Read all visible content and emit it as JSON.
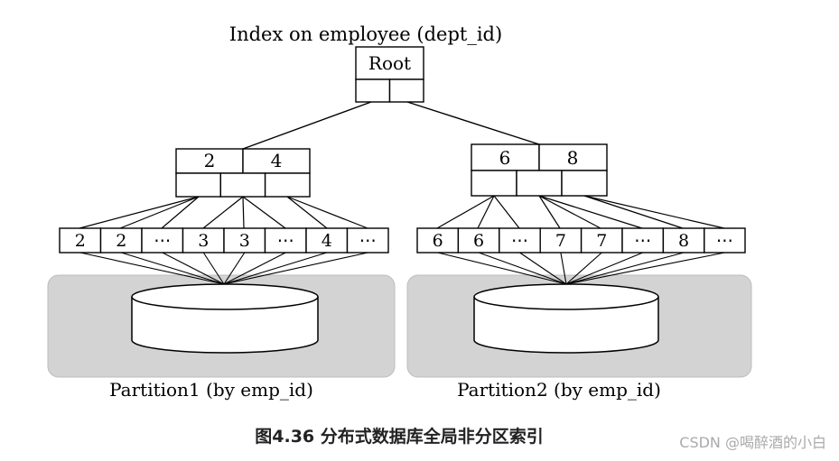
{
  "diagram": {
    "title": "Index on employee (dept_id)",
    "root": {
      "label": "Root"
    },
    "branches": [
      {
        "keys": [
          "2",
          "4"
        ],
        "leaf_entries": [
          "2",
          "2",
          "⋯",
          "3",
          "3",
          "⋯",
          "4",
          "⋯"
        ],
        "partition_label": "Partition1 (by emp_id)"
      },
      {
        "keys": [
          "6",
          "8"
        ],
        "leaf_entries": [
          "6",
          "6",
          "⋯",
          "7",
          "7",
          "⋯",
          "8",
          "⋯"
        ],
        "partition_label": "Partition2 (by emp_id)"
      }
    ]
  },
  "caption": "图4.36 分布式数据库全局非分区索引",
  "watermark": "CSDN @喝醉酒的小白",
  "colors": {
    "partition_fill": "#d3d3d3",
    "stroke": "#000000",
    "caption": "#222222",
    "watermark": "#aaaaaa"
  }
}
